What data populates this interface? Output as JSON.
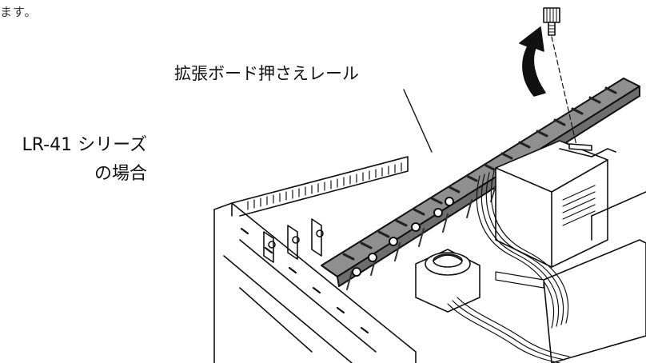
{
  "page": {
    "top_text_fragment": "ます。"
  },
  "caption": {
    "series_line1": "LR-41 シリーズ",
    "series_line2": "の場合"
  },
  "illustration": {
    "callout_label": "拡張ボード押さえレール"
  }
}
